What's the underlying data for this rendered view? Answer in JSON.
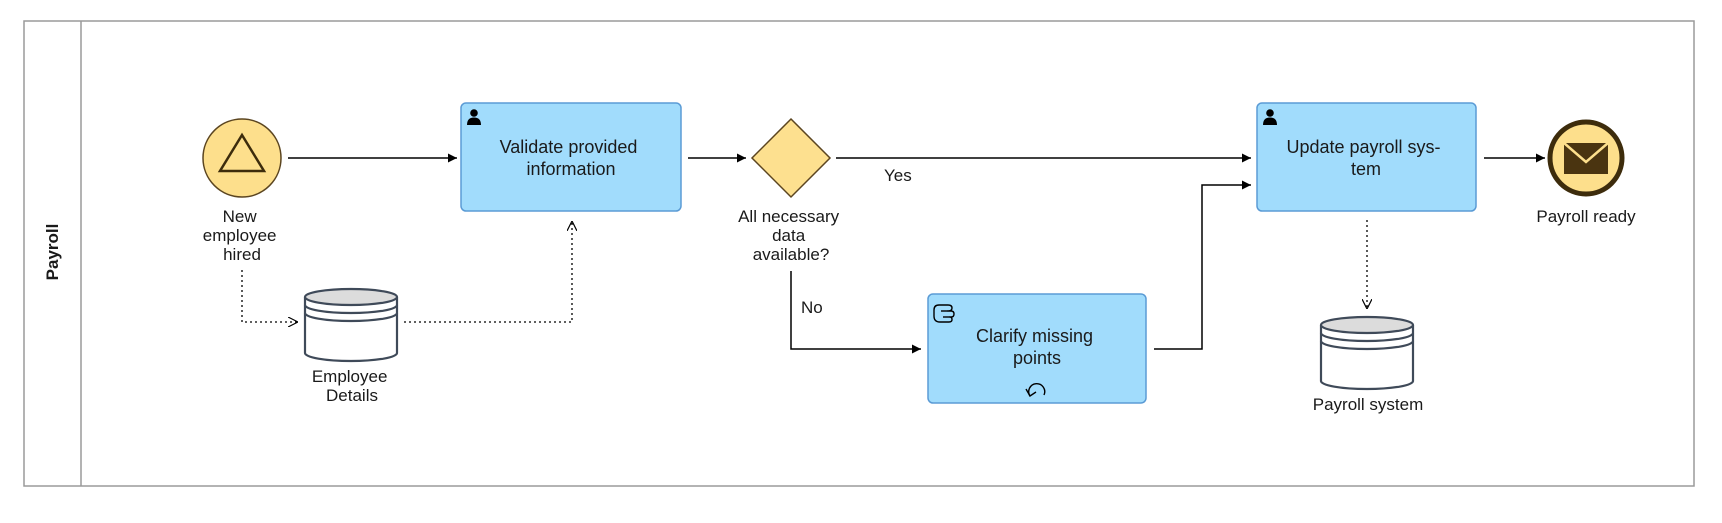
{
  "lane": {
    "label": "Payroll"
  },
  "start_event": {
    "label_lines": [
      "New",
      "employee",
      "hired"
    ]
  },
  "tasks": {
    "validate": {
      "lines": [
        "Validate provided",
        "information"
      ]
    },
    "clarify": {
      "lines": [
        "Clarify missing",
        "points"
      ]
    },
    "update": {
      "lines": [
        "Update payroll sys-",
        "tem"
      ]
    }
  },
  "gateway": {
    "label_lines": [
      "All necessary",
      "data",
      "available?"
    ]
  },
  "flow_labels": {
    "yes": "Yes",
    "no": "No"
  },
  "data_stores": {
    "employee": {
      "label_lines": [
        "Employee",
        "Details"
      ]
    },
    "payroll": {
      "label": "Payroll system"
    }
  },
  "end_event": {
    "label": "Payroll ready"
  },
  "colors": {
    "task_fill": "#a1dcfc",
    "task_stroke": "#5b9bd5",
    "event_fill": "#fddf8c",
    "event_stroke": "#5b4520",
    "gateway_fill": "#fde08f",
    "store_top": "#dcdcdc",
    "store_stroke": "#3f4a59",
    "pool_stroke": "#9a9a9a"
  }
}
